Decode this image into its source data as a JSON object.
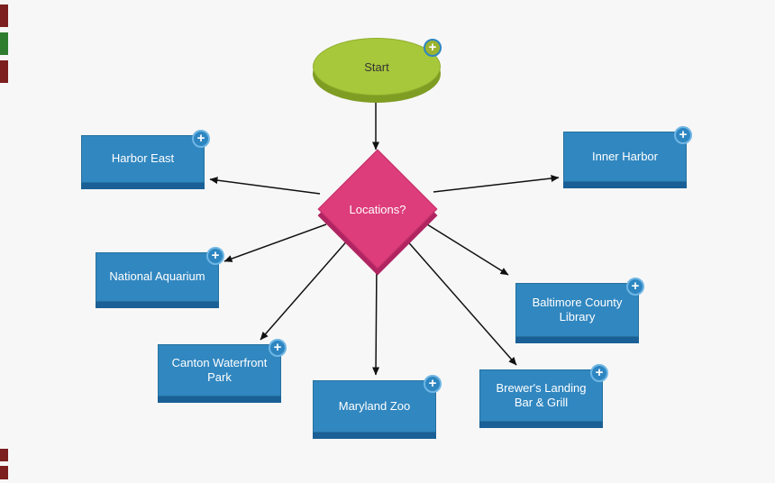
{
  "canvas": {
    "background": "#f7f7f7"
  },
  "icons": {
    "add": "+"
  },
  "colors": {
    "start_fill": "#a8c83c",
    "start_shadow": "#7f9d23",
    "decision_fill": "#dd3d7b",
    "decision_shadow": "#b02561",
    "box_fill": "#3187c0",
    "box_shadow": "#1a6096",
    "badge_fill": "#2e86c1",
    "arrow": "#111111"
  },
  "nodes": {
    "start": {
      "label": "Start",
      "type": "start"
    },
    "decision": {
      "label": "Locations?",
      "type": "decision"
    },
    "locations": [
      {
        "label": "Harbor East"
      },
      {
        "label": "Inner Harbor"
      },
      {
        "label": "National Aquarium"
      },
      {
        "label": "Canton Waterfront Park"
      },
      {
        "label": "Maryland Zoo"
      },
      {
        "label": "Brewer's Landing Bar & Grill"
      },
      {
        "label": "Baltimore County Library"
      }
    ]
  },
  "edges": [
    {
      "from": "Start",
      "to": "Locations?"
    },
    {
      "from": "Locations?",
      "to": "Harbor East"
    },
    {
      "from": "Locations?",
      "to": "Inner Harbor"
    },
    {
      "from": "Locations?",
      "to": "National Aquarium"
    },
    {
      "from": "Locations?",
      "to": "Canton Waterfront Park"
    },
    {
      "from": "Locations?",
      "to": "Maryland Zoo"
    },
    {
      "from": "Locations?",
      "to": "Brewer's Landing Bar & Grill"
    },
    {
      "from": "Locations?",
      "to": "Baltimore County Library"
    }
  ]
}
